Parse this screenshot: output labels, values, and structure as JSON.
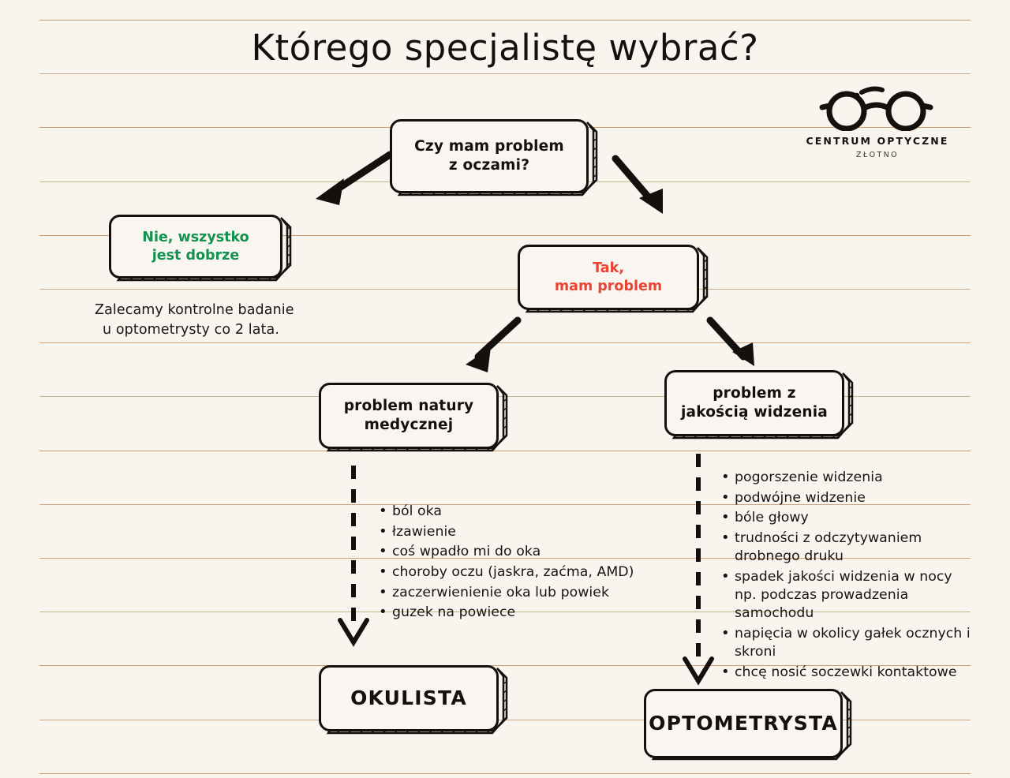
{
  "page": {
    "title": "Którego specjalistę wybrać?",
    "background_color": "#f8f4ee",
    "ink_color": "#13100d",
    "rule_color": "#c98a55"
  },
  "logo": {
    "icon": "eyeglasses-icon",
    "brand": "CENTRUM OPTYCZNE",
    "sub": "ZŁOTNO"
  },
  "nodes": {
    "root": {
      "line1": "Czy mam problem",
      "line2": "z oczami?"
    },
    "no_branch": {
      "line1": "Nie, wszystko",
      "line2": "jest dobrze",
      "color": "#12924f"
    },
    "yes_branch": {
      "line1": "Tak,",
      "line2": "mam problem",
      "color": "#ea4334"
    },
    "medical": {
      "line1": "problem natury",
      "line2": "medycznej"
    },
    "vision": {
      "line1": "problem z",
      "line2": "jakością widzenia"
    },
    "result_left": {
      "label": "OKULISTA"
    },
    "result_right": {
      "label": "OPTOMETRYSTA"
    }
  },
  "note_no_branch": {
    "line1": "Zalecamy kontrolne badanie",
    "line2": "u optometrysty co 2 lata."
  },
  "symptoms_medical": [
    "ból oka",
    "łzawienie",
    "coś wpadło mi do oka",
    "choroby oczu (jaskra, zaćma, AMD)",
    "zaczerwienienie oka lub powiek",
    "guzek na powiece"
  ],
  "symptoms_vision": [
    "pogorszenie widzenia",
    "podwójne widzenie",
    "bóle głowy",
    "trudności z odczytywaniem drobnego druku",
    "spadek jakości widzenia w nocy np. podczas prowadzenia samochodu",
    "napięcia w okolicy gałek ocznych i skroni",
    "chcę nosić soczewki kontaktowe"
  ]
}
